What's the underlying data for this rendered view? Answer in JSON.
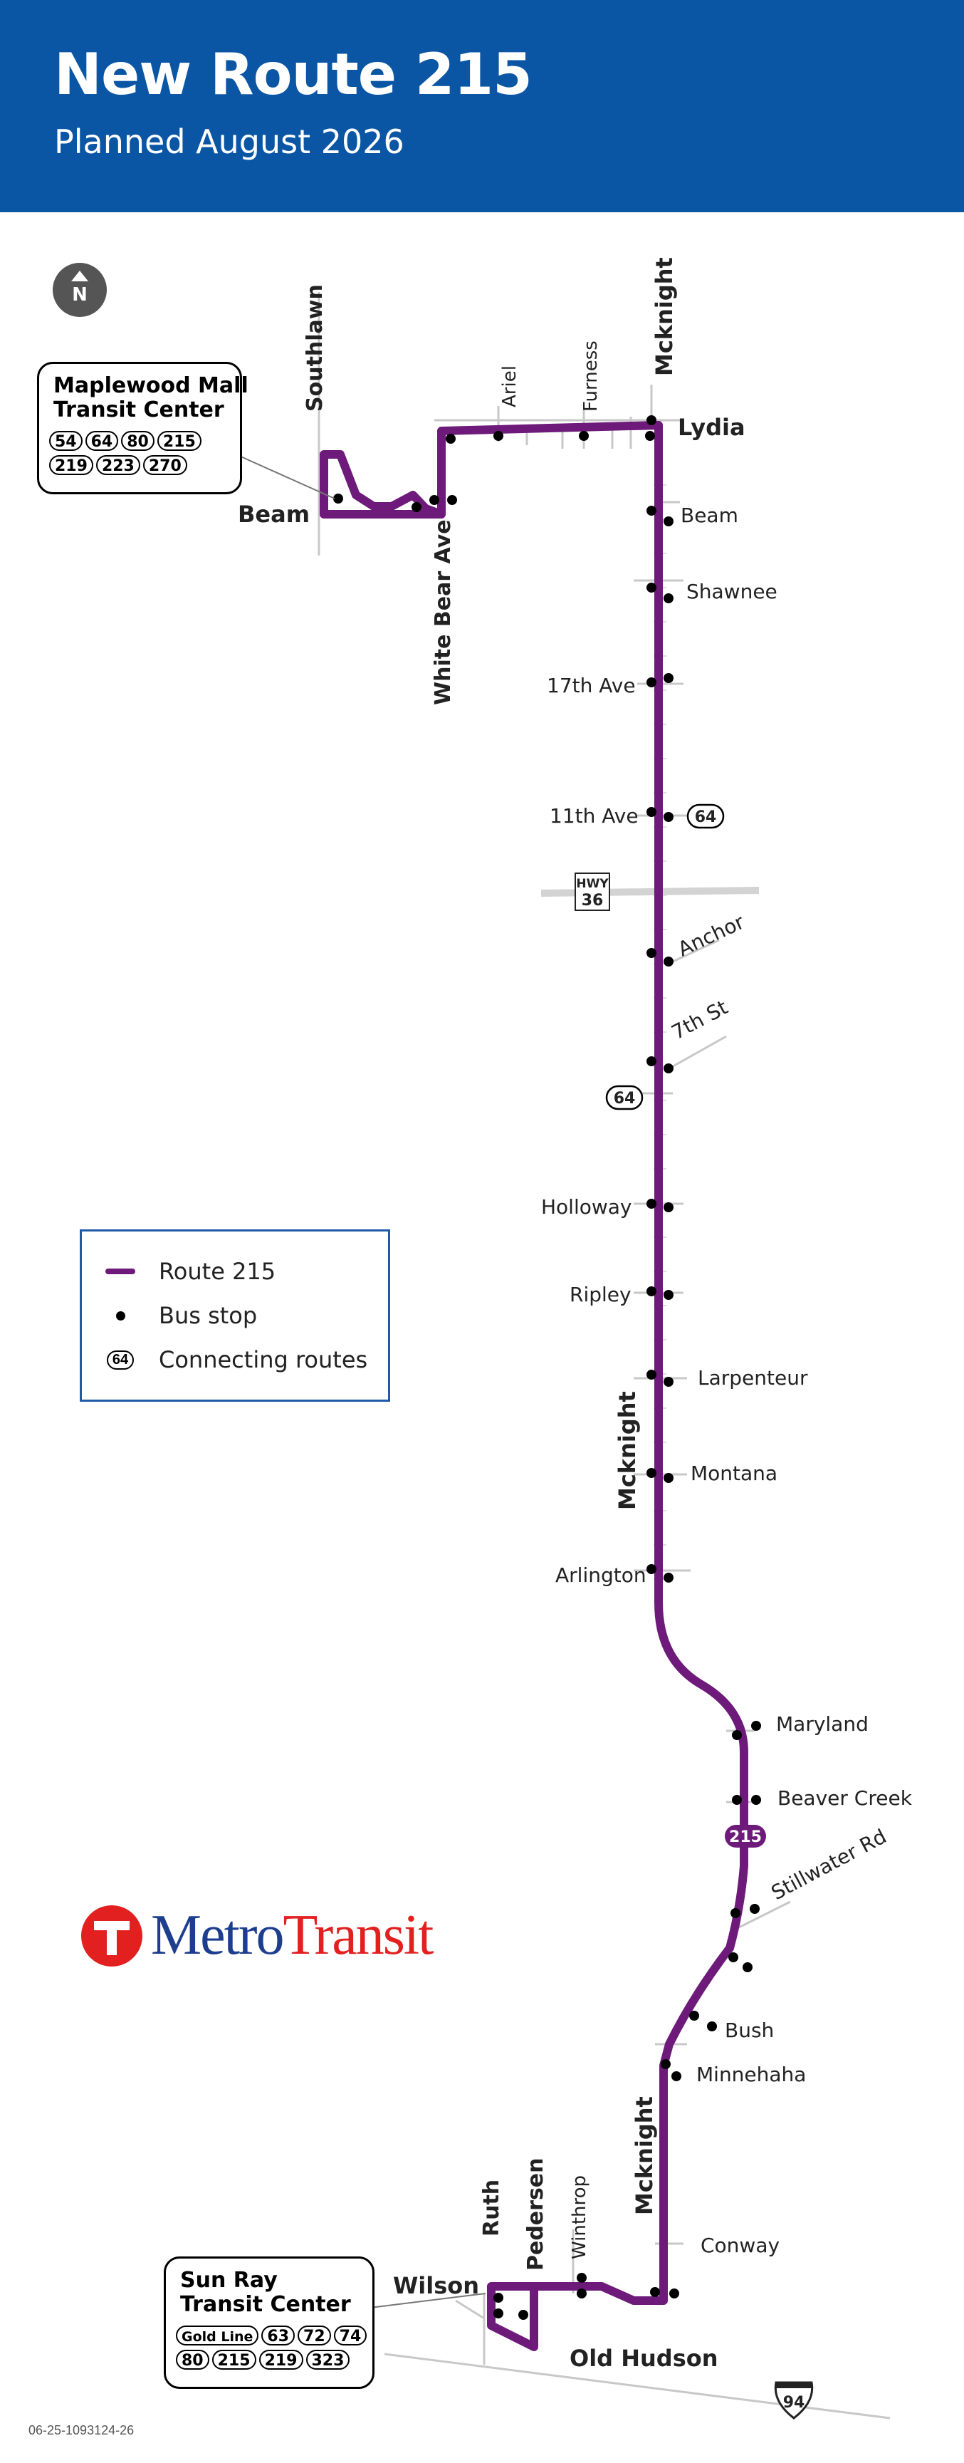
{
  "header": {
    "title": "New Route 215",
    "subtitle": "Planned August 2026"
  },
  "colors": {
    "header_bg": "#0a56a5",
    "route": "#6e1a7a",
    "stop": "#000000",
    "brand_red": "#e2201f",
    "brand_blue": "#1d3e8f"
  },
  "north_arrow": {
    "icon": "north-arrow-icon",
    "label": "N"
  },
  "route_badge": "215",
  "streets": {
    "southlawn": "Southlawn",
    "ariel": "Ariel",
    "furness": "Furness",
    "mcknight_top": "Mcknight",
    "lydia": "Lydia",
    "beam_west": "Beam",
    "beam_east": "Beam",
    "white_bear": "White Bear Ave",
    "shawnee": "Shawnee",
    "ave17": "17th Ave",
    "ave11": "11th Ave",
    "hwy36_top": "HWY",
    "hwy36_num": "36",
    "anchor": "Anchor",
    "st7": "7th St",
    "holloway": "Holloway",
    "ripley": "Ripley",
    "larpenteur": "Larpenteur",
    "mcknight_mid": "Mcknight",
    "montana": "Montana",
    "arlington": "Arlington",
    "maryland": "Maryland",
    "beaver_creek": "Beaver Creek",
    "stillwater": "Stillwater Rd",
    "bush": "Bush",
    "minnehaha": "Minnehaha",
    "mcknight_low": "Mcknight",
    "ruth": "Ruth",
    "pedersen": "Pedersen",
    "winthrop": "Winthrop",
    "conway": "Conway",
    "wilson": "Wilson",
    "old_hudson": "Old Hudson",
    "i94": "94"
  },
  "connecting": {
    "c64a": "64",
    "c64b": "64"
  },
  "maplewood": {
    "name_line1": "Maplewood Mall",
    "name_line2": "Transit Center",
    "routes": [
      "54",
      "64",
      "80",
      "215",
      "219",
      "223",
      "270"
    ]
  },
  "sunray": {
    "name_line1": "Sun Ray",
    "name_line2": "Transit Center",
    "routes": [
      "Gold Line",
      "63",
      "72",
      "74",
      "80",
      "215",
      "219",
      "323"
    ]
  },
  "legend": {
    "route_label": "Route 215",
    "stop_label": "Bus stop",
    "connect_label": "Connecting routes",
    "connect_sample": "64"
  },
  "logo": {
    "metro": "Metro",
    "transit": "Transit"
  },
  "doc_number": "06-25-1093124-26"
}
